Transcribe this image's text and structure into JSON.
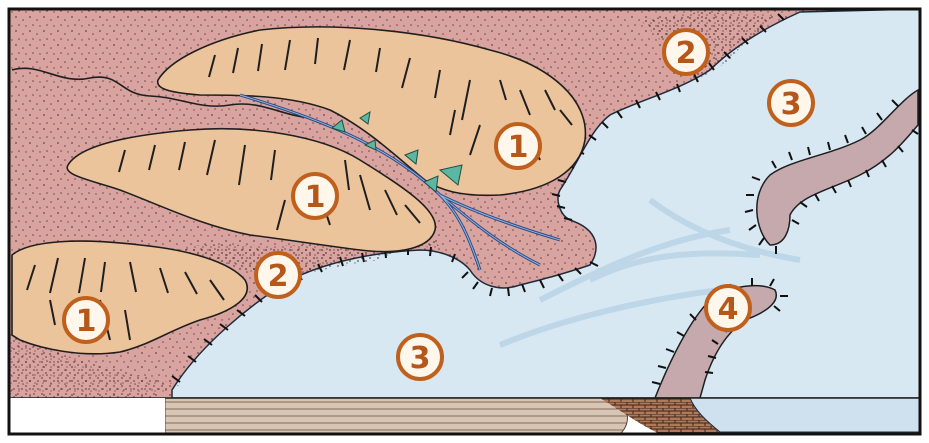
{
  "figure": {
    "colors": {
      "border": "#111111",
      "land_red": "#d9a3a0",
      "land_red_light": "#ecc5c2",
      "hill_fill": "#ecc49c",
      "ice": "#d7e8f3",
      "ice_light": "#e8f2f8",
      "ridge_fill": "#c5a9ad",
      "badge_stroke": "#c0601d",
      "badge_text": "#b5561a",
      "stream": "#2c4c86",
      "flag": "#5bb7a1"
    },
    "labels": {
      "hill_top": "1",
      "hill_middle": "1",
      "hill_left": "1",
      "moraine_top": "2",
      "moraine_bottom": "2",
      "ice_right": "3",
      "ice_bottom": "3",
      "ridge": "4"
    }
  }
}
